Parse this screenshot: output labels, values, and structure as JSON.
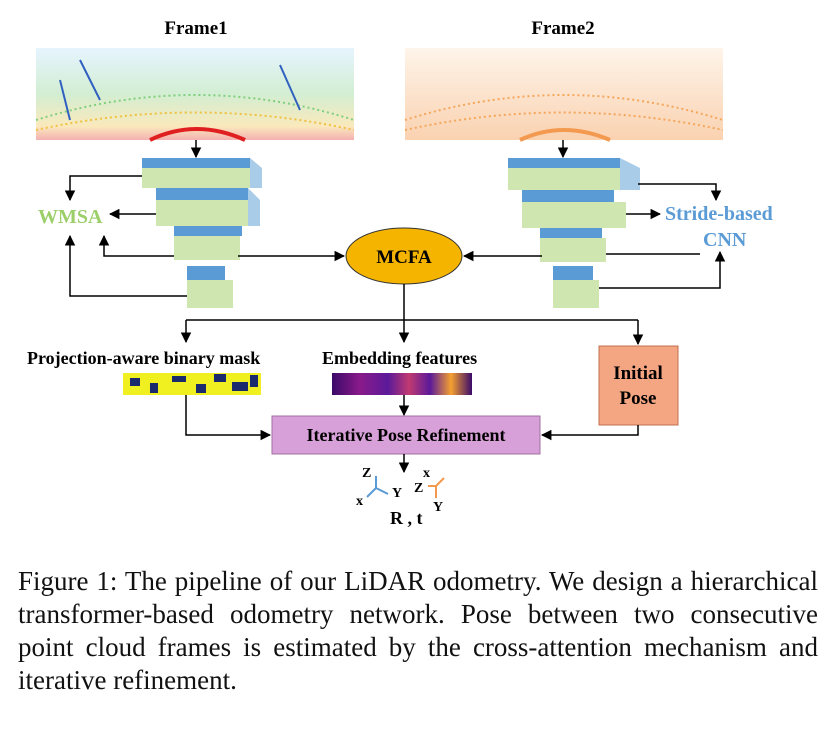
{
  "colors": {
    "wmsa": "#9ccf6a",
    "cnn": "#5b9bd5",
    "mcfa_fill": "#f4b400",
    "pose_fill": "#f4a582",
    "refine_fill": "#d8a0d8",
    "mask_yellow": "#f0f020",
    "mask_navy": "#1a2a6c",
    "embed_purple": "#5b1a9a",
    "embed_orange": "#f5a030",
    "pyramid_green": "#cfe6b0",
    "pyramid_blue": "#5b9bd5",
    "frame1_points": "#5fbf5f",
    "frame2_points": "#f5a65b"
  },
  "labels": {
    "frame1": "Frame1",
    "frame2": "Frame2",
    "wmsa": "WMSA",
    "cnn_line1": "Stride-based",
    "cnn_line2": "CNN",
    "mcfa": "MCFA",
    "mask": "Projection-aware binary mask",
    "embedding": "Embedding features",
    "pose_line1": "Initial",
    "pose_line2": "Pose",
    "refinement": "Iterative Pose Refinement",
    "axis_z": "Z",
    "axis_x": "x",
    "axis_y": "Y",
    "axis2_x": "x",
    "axis2_z": "Z",
    "axis2_y": "Y",
    "rt": "R , t"
  },
  "caption": "Figure 1: The pipeline of our LiDAR odometry. We design a hierarchical transformer-based odometry network. Pose between two consecutive point cloud frames is estimated by the cross-attention mechanism and iterative refinement."
}
